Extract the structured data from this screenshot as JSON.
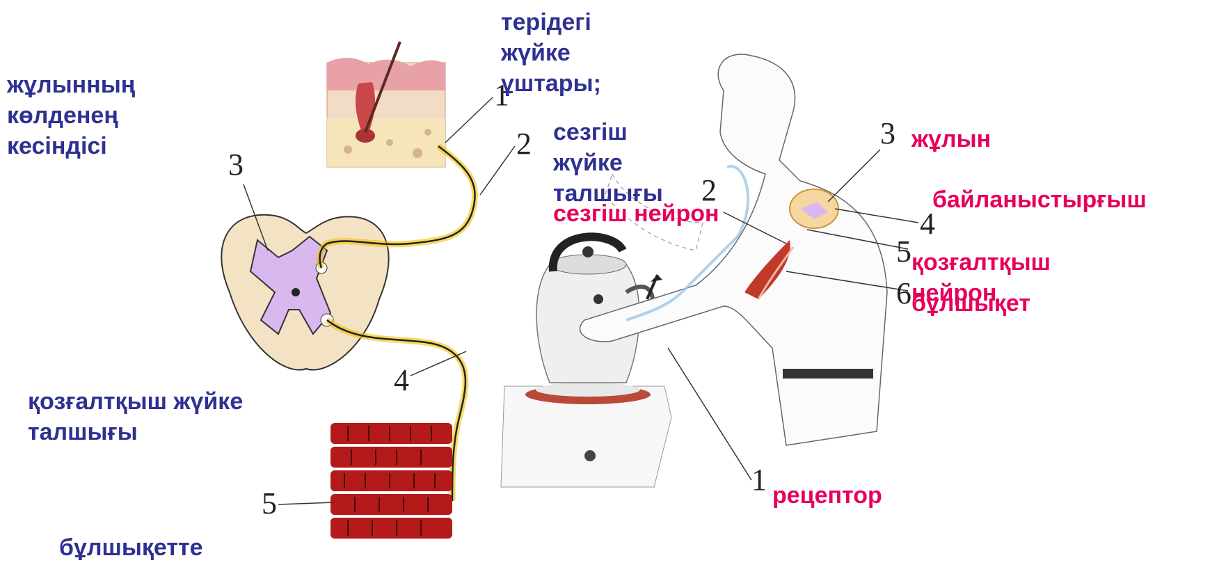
{
  "colors": {
    "blue_label": "#2e3192",
    "pink_label": "#e6005c",
    "nerve": "#f2c200",
    "muscle": "#b51a1a",
    "neuron_fill": "#d9b8f0"
  },
  "labels": {
    "skin_endings": "терідегі жүйке ұштары;",
    "spinal_cross_section": "жұлынның көлденең кесіндісі",
    "sensory_fiber": "сезгіш жүйке талшығы",
    "motor_fiber": "қозғалтқыш жүйке талшығы",
    "in_muscle": "бұлшықетте",
    "sensory_neuron": "сезгіш нейрон",
    "spinal_cord": "жұлын",
    "interneuron": "байланыстырғыш",
    "motor_neuron": "қозғалтқыш нейрон",
    "muscle": "бұлшықет",
    "receptor": "рецептор"
  },
  "numbers": {
    "left_1": "1",
    "left_2": "2",
    "left_3": "3",
    "left_4": "4",
    "left_5": "5",
    "right_1": "1",
    "right_2": "2",
    "right_3": "3",
    "right_4": "4",
    "right_5": "5",
    "right_6": "6"
  }
}
